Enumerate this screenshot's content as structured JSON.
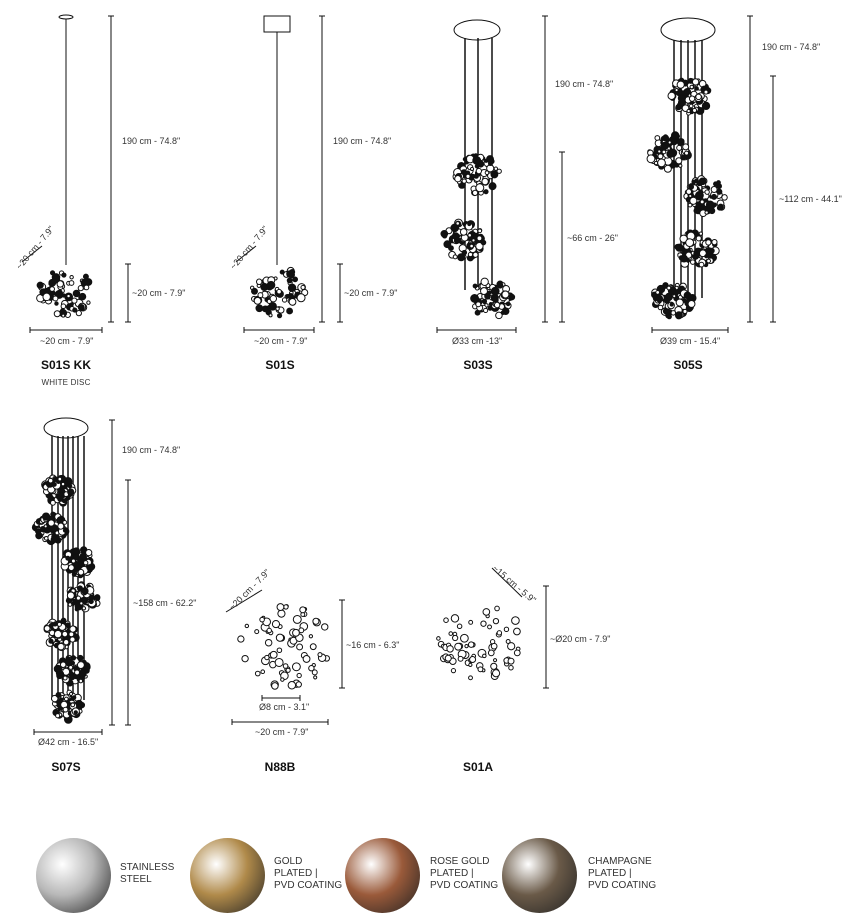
{
  "models": [
    {
      "code": "S01S KK",
      "subtitle": "WHITE DISC",
      "height_label": "190 cm - 74.8\"",
      "drop_label": "~20 cm - 7.9\"",
      "width_label": "~20 cm - 7.9\"",
      "diag_label": "~20 cm - 7.9\""
    },
    {
      "code": "S01S",
      "height_label": "190 cm - 74.8\"",
      "drop_label": "~20 cm - 7.9\"",
      "width_label": "~20 cm - 7.9\"",
      "diag_label": "~20 cm - 7.9\""
    },
    {
      "code": "S03S",
      "height_label": "190 cm - 74.8\"",
      "drop_label": "~66 cm - 26\"",
      "width_label": "Ø33 cm -13\""
    },
    {
      "code": "S05S",
      "height_label": "190 cm - 74.8\"",
      "drop_label": "~112 cm - 44.1\"",
      "width_label": "Ø39 cm - 15.4\""
    },
    {
      "code": "S07S",
      "height_label": "190 cm - 74.8\"",
      "drop_label": "~158 cm - 62.2\"",
      "width_label": "Ø42 cm - 16.5\""
    },
    {
      "code": "N88B",
      "height_label": "~16 cm - 6.3\"",
      "base_label": "Ø8 cm - 3.1\"",
      "width_label": "~20 cm - 7.9\"",
      "diag_label": "~20 cm - 7.9\""
    },
    {
      "code": "S01A",
      "height_label": "~Ø20 cm - 7.9\"",
      "diag_label": "~15 cm - 5.9\""
    }
  ],
  "finishes": [
    {
      "label": "STAINLESS\nSTEEL",
      "color": "#b8b8b8"
    },
    {
      "label": "GOLD\nPLATED |\nPVD COATING",
      "color": "#b08a4a"
    },
    {
      "label": "ROSE GOLD\nPLATED |\nPVD COATING",
      "color": "#9a5a3a"
    },
    {
      "label": "CHAMPAGNE\nPLATED |\nPVD COATING",
      "color": "#6a5a48"
    }
  ]
}
